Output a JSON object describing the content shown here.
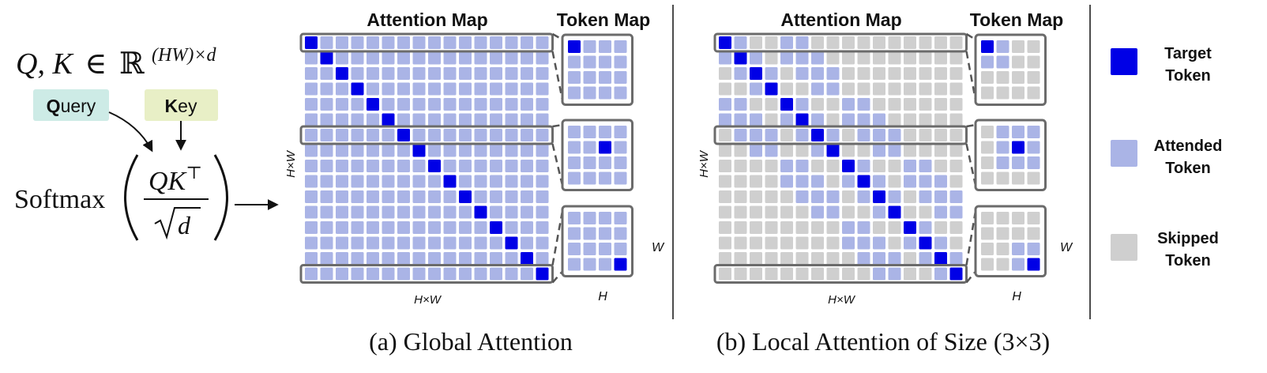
{
  "formula": {
    "qk": "Q, K",
    "in": "∈",
    "space": "ℝ",
    "space_sup": "(HW)×d",
    "query_bold": "Q",
    "query_rest": "uery",
    "key_bold": "K",
    "key_rest": "ey",
    "softmax": "Softmax",
    "numerator": "QK",
    "transpose": "⊤",
    "denominator_var": "d"
  },
  "panels": [
    {
      "attention_title": "Attention Map",
      "token_title": "Token Map",
      "row_axis": "H×W",
      "col_axis": "H×W",
      "token_row_axis": "W",
      "token_col_axis": "H",
      "caption": "(a) Global Attention"
    },
    {
      "attention_title": "Attention Map",
      "token_title": "Token Map",
      "row_axis": "H×W",
      "col_axis": "H×W",
      "token_row_axis": "W",
      "token_col_axis": "H",
      "caption": "(b) Local Attention of Size (3×3)"
    }
  ],
  "legend": [
    {
      "line1": "Target",
      "line2": "Token",
      "color": "#0000e6"
    },
    {
      "line1": "Attended",
      "line2": "Token",
      "color": "#aab4e6"
    },
    {
      "line1": "Skipped",
      "line2": "Token",
      "color": "#cfcfcf"
    }
  ],
  "grid": {
    "attention_size": 16,
    "token_size": 4,
    "target_color": "#0000e6",
    "attended_color": "#aab4e6",
    "skipped_color": "#cfcfcf",
    "highlighted_rows": [
      0,
      6,
      15
    ],
    "local_window": "3×3"
  }
}
